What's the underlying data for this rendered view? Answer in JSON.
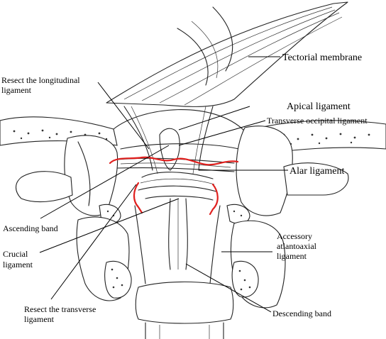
{
  "labels": {
    "tectorial_membrane": "Tectorial membrane",
    "resect_longitudinal_1": "Resect the longitudinal",
    "resect_longitudinal_2": "ligament",
    "apical_ligament": "Apical ligament",
    "transverse_occipital": "Transverse occipital ligament",
    "alar_ligament": "Alar ligament",
    "ascending_band": "Ascending band",
    "accessory_1": "Accessory",
    "accessory_2": "atlantoaxial",
    "accessory_3": "ligament",
    "crucial_1": "Crucial",
    "crucial_2": "ligament",
    "resect_transverse_1": "Resect the transverse",
    "resect_transverse_2": "ligament",
    "descending_band": "Descending band"
  },
  "colors": {
    "highlight": "#e0201e",
    "ink": "#222222"
  }
}
